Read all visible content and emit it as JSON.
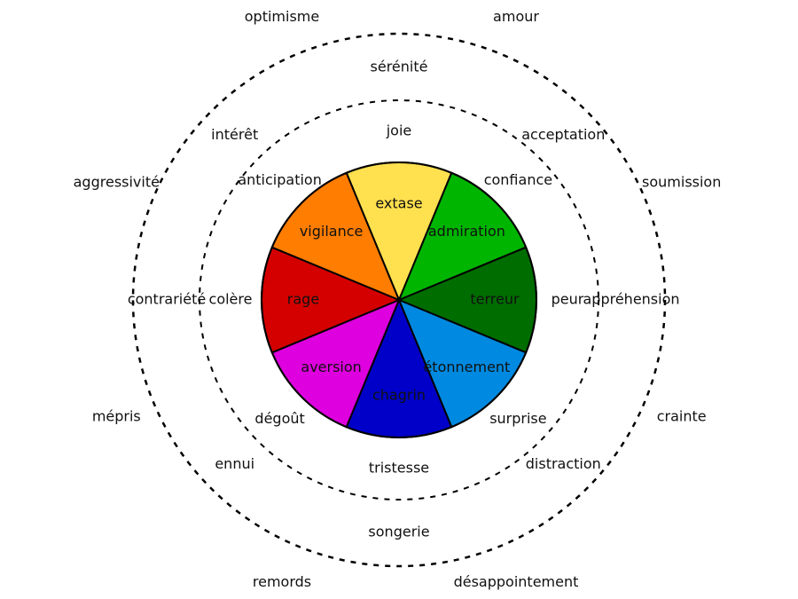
{
  "petals": [
    {
      "id": "joy",
      "colors": [
        "#ffe04f",
        "#ffff3f",
        "#ffffa9"
      ],
      "outer_color": "#ffffe3",
      "labels": {
        "inner": "extase",
        "middle": "joie",
        "outer": "sérénité"
      }
    },
    {
      "id": "trust",
      "colors": [
        "#00b500",
        "#59ff59",
        "#8cff8c"
      ],
      "outer_color": "#c7ffc7",
      "labels": {
        "inner": "admiration",
        "middle": "confiance",
        "outer": "acceptation"
      }
    },
    {
      "id": "fear",
      "colors": [
        "#006d00",
        "#009800",
        "#8cc68c"
      ],
      "outer_color": "#c7e2c7",
      "labels": {
        "inner": "terreur",
        "middle": "peur",
        "outer": "appréhension"
      }
    },
    {
      "id": "surprise",
      "colors": [
        "#0089e0",
        "#59bdff",
        "#a6dcff"
      ],
      "outer_color": "#d2edff",
      "labels": {
        "inner": "étonnement",
        "middle": "surprise",
        "outer": "distraction"
      }
    },
    {
      "id": "sadness",
      "colors": [
        "#0000c8",
        "#5151ff",
        "#8c8cff"
      ],
      "outer_color": "#c6c6ff",
      "labels": {
        "inner": "chagrin",
        "middle": "tristesse",
        "outer": "songerie"
      }
    },
    {
      "id": "disgust",
      "colors": [
        "#de00de",
        "#ff54ff",
        "#ffc6ff"
      ],
      "outer_color": "#ffe2ff",
      "labels": {
        "inner": "aversion",
        "middle": "dégoût",
        "outer": "ennui"
      }
    },
    {
      "id": "anger",
      "colors": [
        "#d40000",
        "#ff0000",
        "#ff8c8c"
      ],
      "outer_color": "#ffc6c6",
      "labels": {
        "inner": "rage",
        "middle": "colère",
        "outer": "contrariété"
      }
    },
    {
      "id": "anticipation",
      "colors": [
        "#ff7d00",
        "#ffa854",
        "#ffc48c"
      ],
      "outer_color": "#ffdcb9",
      "labels": {
        "inner": "vigilance",
        "middle": "anticipation",
        "outer": "intérêt"
      }
    }
  ],
  "dyads": [
    "amour",
    "soumission",
    "crainte",
    "désappointement",
    "remords",
    "mépris",
    "aggressivité",
    "optimisme"
  ]
}
